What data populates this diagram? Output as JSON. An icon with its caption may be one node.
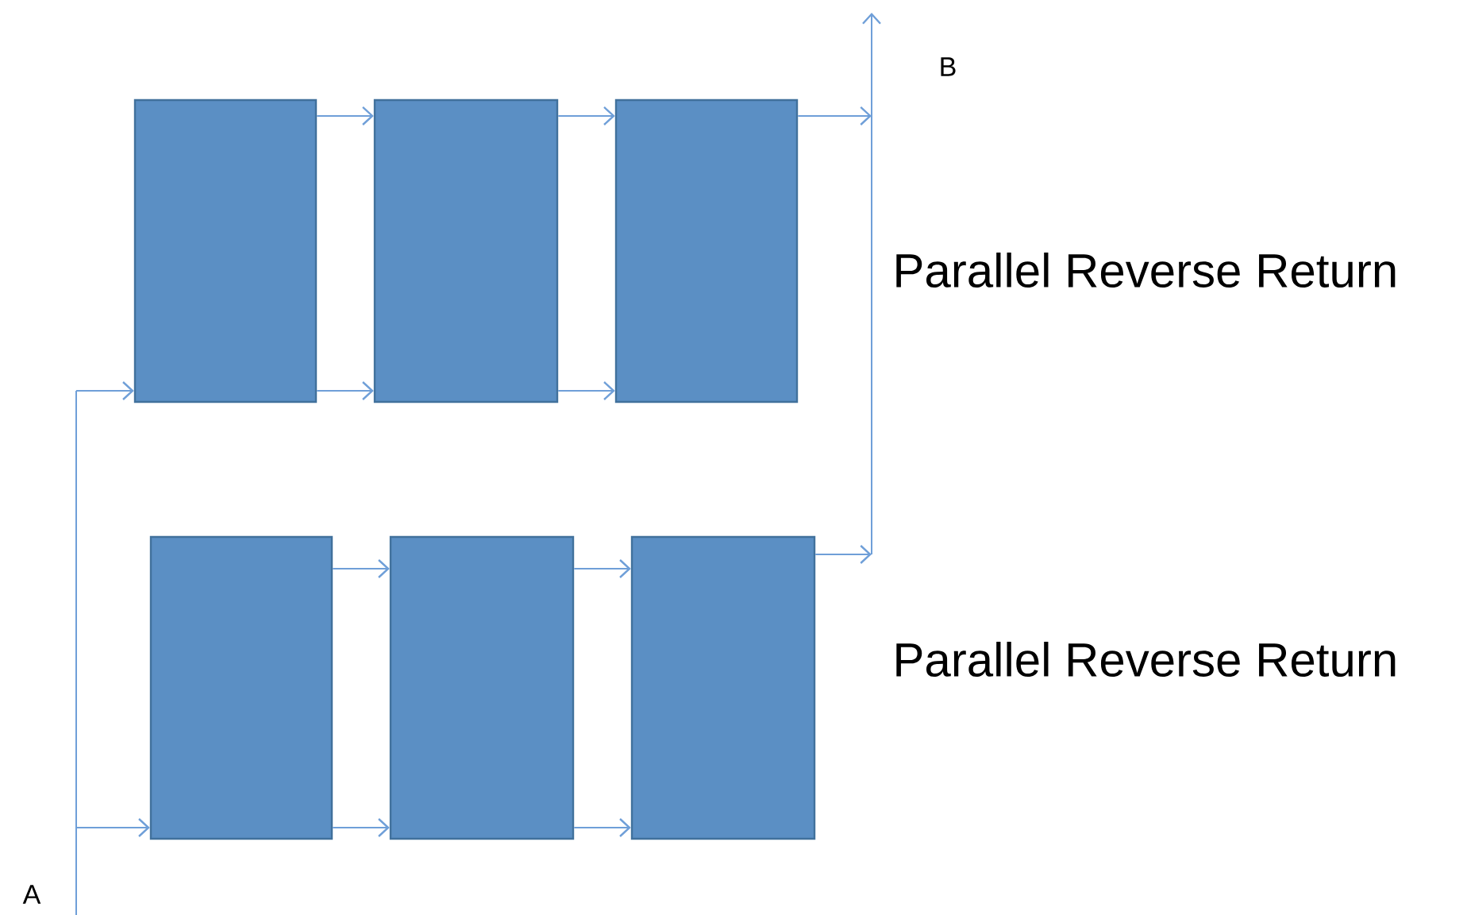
{
  "diagram": {
    "nodes": [
      {
        "text": [],
        "shape": "box"
      },
      {
        "text": [],
        "shape": "box"
      },
      {
        "text": [],
        "shape": "box"
      },
      {
        "text": [],
        "shape": "box"
      },
      {
        "text": [],
        "shape": "box"
      },
      {
        "text": [],
        "shape": "box"
      }
    ],
    "edges": [
      {
        "from": null,
        "to": 0,
        "arrow": "to"
      },
      {
        "from": null,
        "to": 3,
        "arrow": "to"
      },
      {
        "from": 0,
        "to": 1,
        "arrow": "to"
      },
      {
        "from": 0,
        "to": 1,
        "arrow": "to"
      },
      {
        "from": 1,
        "to": 2,
        "arrow": "to"
      },
      {
        "from": 1,
        "to": 2,
        "arrow": "to"
      },
      {
        "from": 3,
        "to": 4,
        "arrow": "to"
      },
      {
        "from": 3,
        "to": 4,
        "arrow": "to"
      },
      {
        "from": 4,
        "to": 5,
        "arrow": "to"
      },
      {
        "from": 4,
        "to": 5,
        "arrow": "to"
      },
      {
        "from": 2,
        "to": null,
        "arrow": "to"
      },
      {
        "from": 5,
        "to": null,
        "arrow": "to"
      }
    ],
    "labels": [
      "B",
      "Parallel Reverse Return",
      "Parallel Reverse Return",
      "A"
    ]
  }
}
